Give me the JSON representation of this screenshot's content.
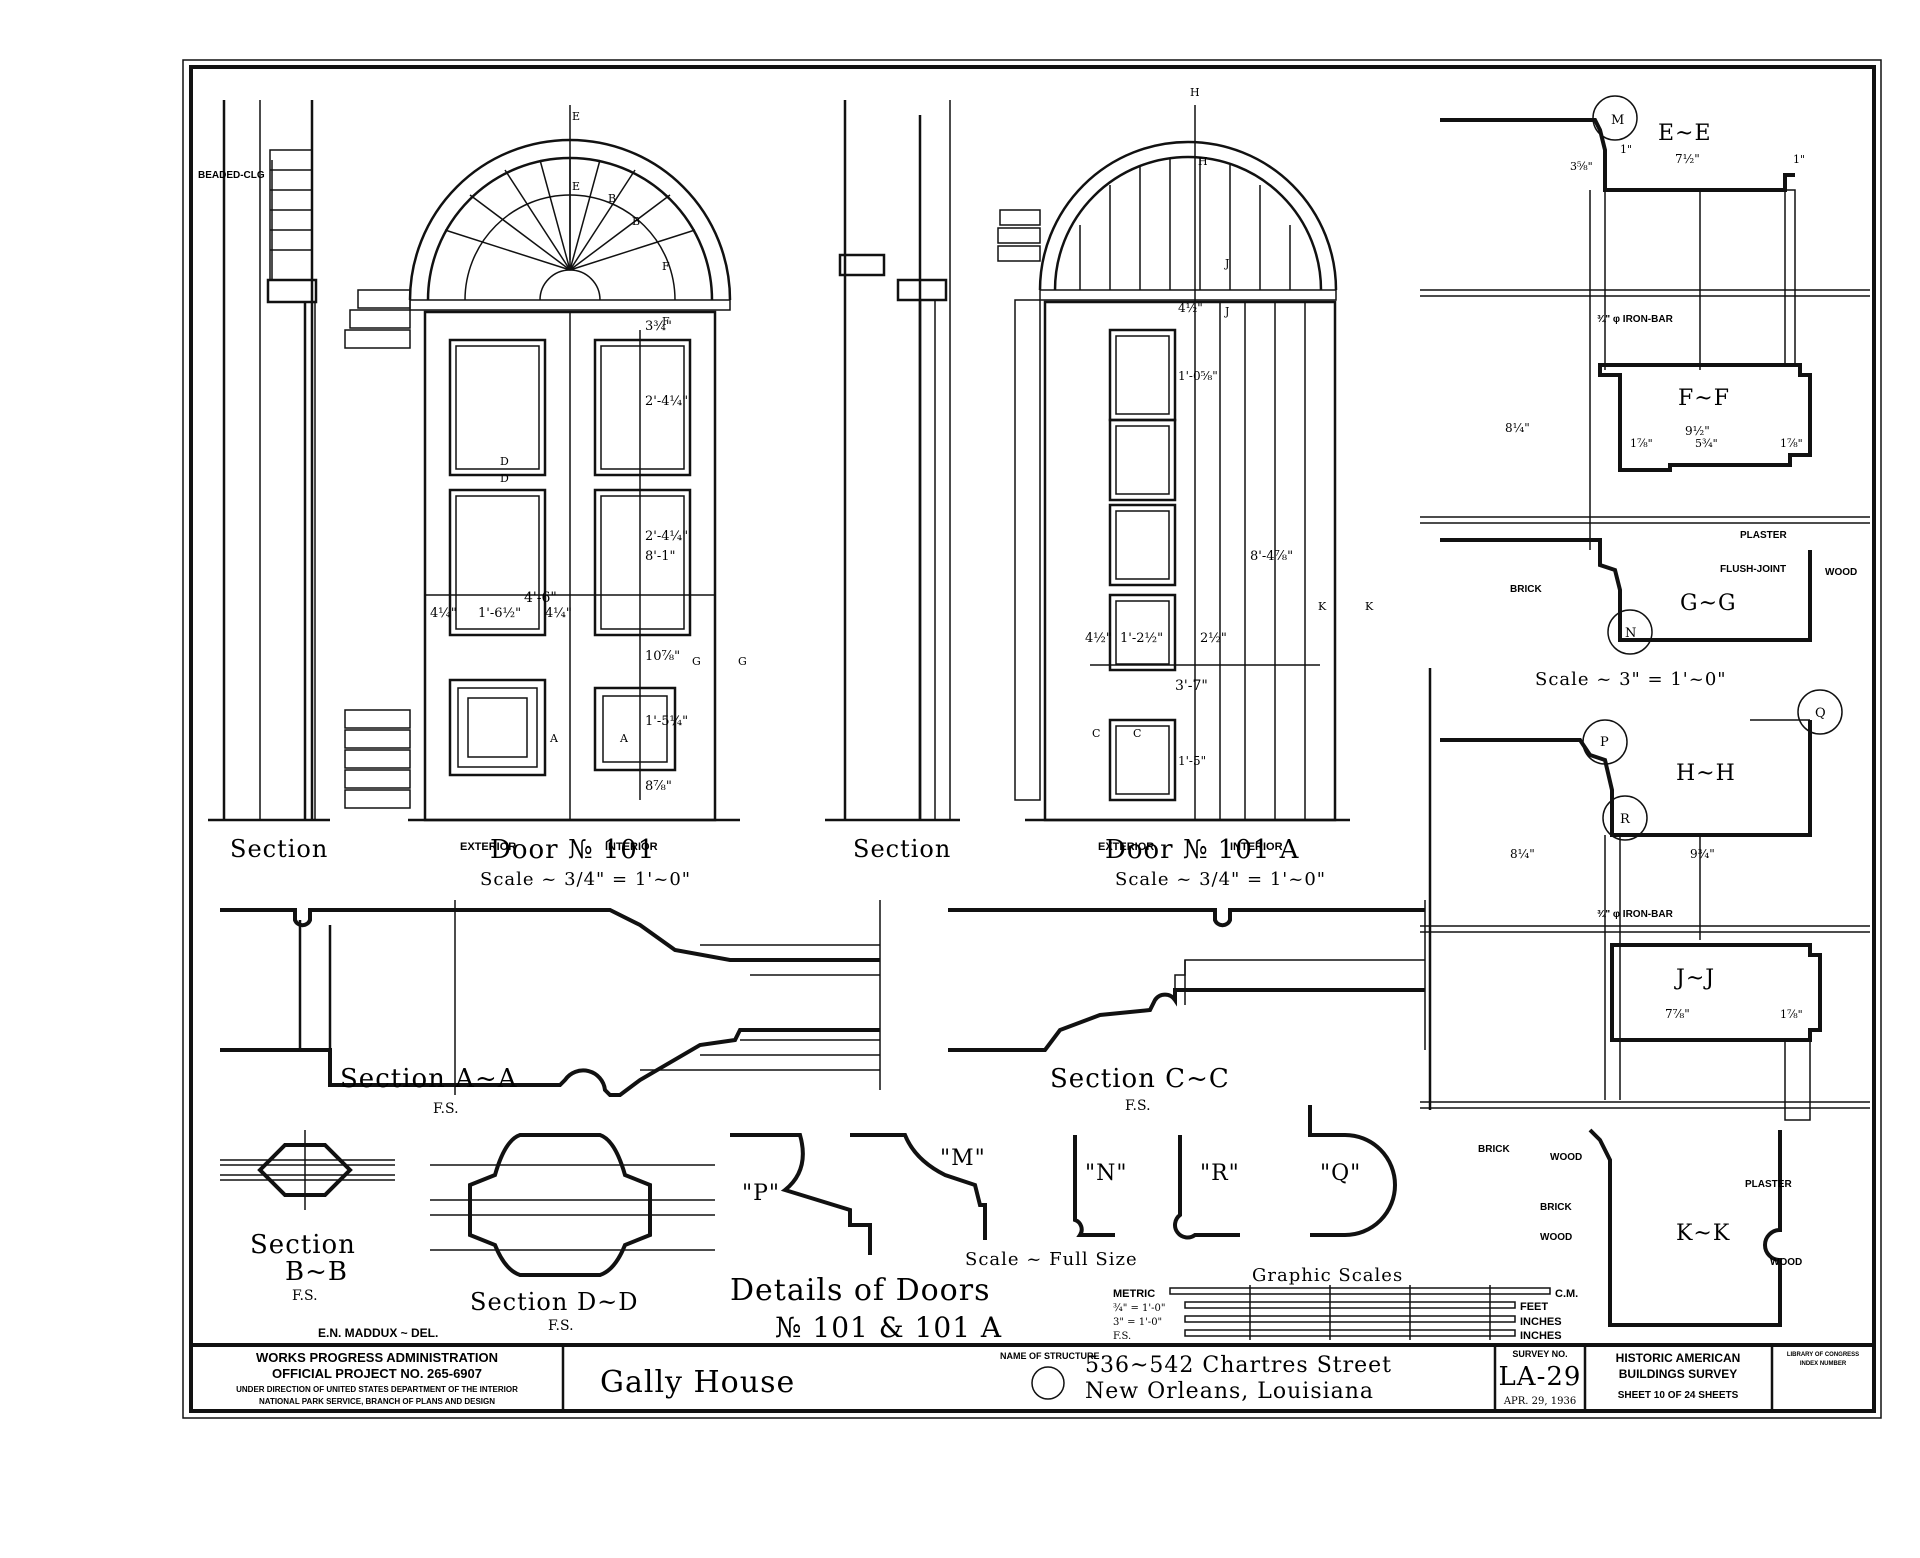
{
  "door101": {
    "section_label": "Section",
    "title": "Door № 101",
    "scale": "Scale ~ 3/4\" = 1'~0\"",
    "exterior": "EXTERIOR",
    "interior": "INTERIOR",
    "beaded_clg": "BEADED-CLG",
    "dims": {
      "overall_width": "4'-6\"",
      "stile_l": "4¼\"",
      "panel_w": "1'-6½\"",
      "stile_r": "4¼\"",
      "height": "8'-1\"",
      "top_panel": "2'-4¼\"",
      "mid_panel": "2'-4¼\"",
      "top_rail": "3¾\"",
      "lock_rail": "10⅞\"",
      "bottom_panel": "1'-5¼\"",
      "bottom_rail": "8⅞\""
    },
    "markers": [
      "E",
      "E",
      "B",
      "B",
      "F",
      "F",
      "D",
      "D",
      "G",
      "G",
      "A",
      "A"
    ]
  },
  "door101a": {
    "section_label": "Section",
    "title": "Door № 101 A",
    "scale": "Scale ~ 3/4\" = 1'~0\"",
    "exterior": "EXTERIOR",
    "interior": "INTERIOR",
    "dims": {
      "overall_width": "3'-7\"",
      "stile_l": "4½\"",
      "panel_w": "1'-2½\"",
      "mid": "2½\"",
      "height": "8'-4⅞\"",
      "panel": "1'-0⅝\"",
      "rail": "4½\"",
      "bottom_panel": "1'-5\""
    },
    "markers": [
      "H",
      "H",
      "J",
      "J",
      "K",
      "K",
      "C",
      "C"
    ]
  },
  "sections_right": {
    "ee": "E~E",
    "ff": "F~F",
    "gg": "G~G",
    "hh": "H~H",
    "jj": "J~J",
    "kk": "K~K",
    "scale": "Scale ~ 3\" = 1'~0\"",
    "iron_bar": "¾\" φ IRON-BAR",
    "plaster": "PLASTER",
    "flush_joint": "FLUSH-JOINT",
    "wood": "WOOD",
    "brick": "BRICK",
    "circles": [
      "M",
      "N",
      "P",
      "Q",
      "R"
    ],
    "dims": {
      "ee_1": "1\"",
      "ee_w": "7½\"",
      "ee_1b": "1\"",
      "ee_h": "3⅝\"",
      "ff_w": "9½\"",
      "ff_a": "1⅞\"",
      "ff_b": "5¾\"",
      "ff_c": "1⅞\"",
      "ff_l": "8¼\"",
      "hh_w": "9¾\"",
      "hh_l": "8¼\"",
      "jj_w": "7⅞\"",
      "jj_c": "1⅞\""
    }
  },
  "details": {
    "aa": "Section A~A",
    "aa_fs": "F.S.",
    "cc": "Section C~C",
    "cc_fs": "F.S.",
    "bb1": "Section",
    "bb2": "B~B",
    "bb_fs": "F.S.",
    "dd": "Section D~D",
    "dd_fs": "F.S.",
    "p": "\"P\"",
    "m": "\"M\"",
    "n": "\"N\"",
    "r": "\"R\"",
    "q": "\"Q\"",
    "full_size": "Scale ~ Full Size",
    "title1": "Details of Doors",
    "title2": "№ 101 & 101 A",
    "delineator": "E.N. MADDUX ~ DEL."
  },
  "graphic_scales": {
    "title": "Graphic Scales",
    "metric": "METRIC",
    "cm": "C.M.",
    "feet": "FEET",
    "inches1": "INCHES",
    "inches2": "INCHES",
    "s1": "¾\" = 1'-0\"",
    "s2": "3\" = 1'-0\"",
    "fs": "F.S."
  },
  "titleblock": {
    "wpa1": "WORKS PROGRESS ADMINISTRATION",
    "wpa2": "OFFICIAL PROJECT NO. 265-6907",
    "wpa3": "UNDER DIRECTION OF UNITED STATES DEPARTMENT OF THE INTERIOR",
    "wpa4": "NATIONAL PARK SERVICE, BRANCH OF PLANS AND DESIGN",
    "structure": "Gally House",
    "name_of_structure": "NAME OF STRUCTURE",
    "address1": "536~542 Chartres Street",
    "address2": "New Orleans, Louisiana",
    "survey_no_label": "SURVEY NO.",
    "survey_no": "LA-29",
    "date": "APR. 29, 1936",
    "habs1": "HISTORIC AMERICAN",
    "habs2": "BUILDINGS SURVEY",
    "sheet": "SHEET 10 OF 24 SHEETS",
    "loc1": "LIBRARY OF CONGRESS",
    "loc2": "INDEX NUMBER"
  }
}
